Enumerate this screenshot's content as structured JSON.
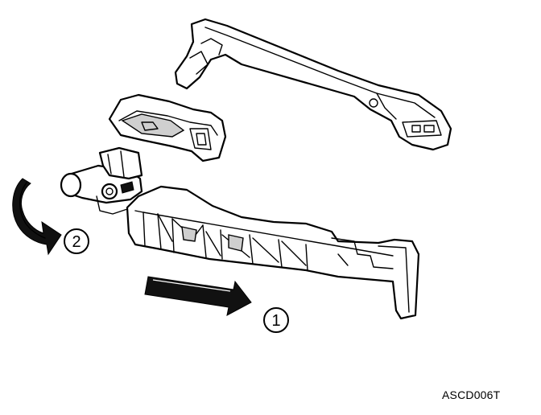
{
  "figure": {
    "code": "ASCD006T",
    "callouts": [
      {
        "id": "step-2",
        "label": "2"
      },
      {
        "id": "step-1",
        "label": "1"
      }
    ],
    "icons": [
      "outside-handle-icon",
      "handle-escutcheon-icon",
      "handle-bracket-icon",
      "rotate-arrow-icon",
      "slide-arrow-icon"
    ]
  }
}
